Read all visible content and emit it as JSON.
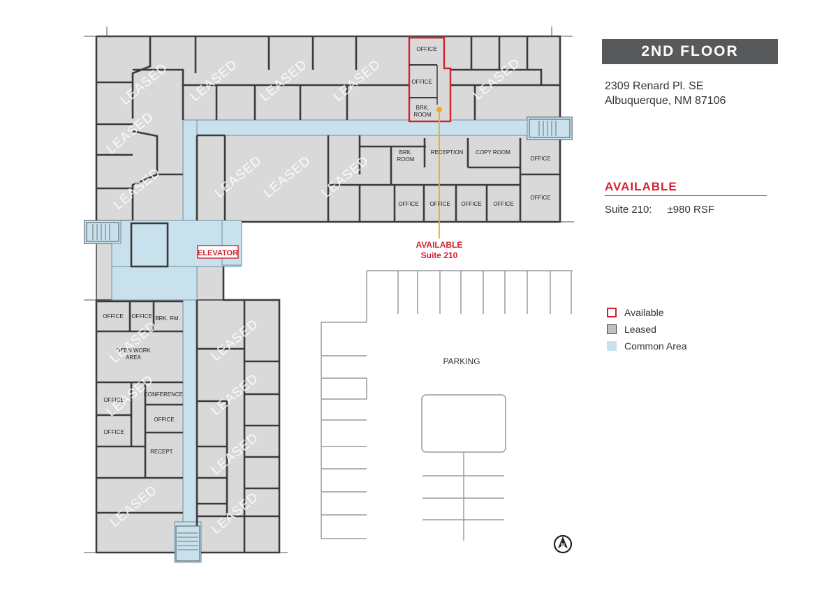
{
  "header": {
    "floor_title": "2ND FLOOR"
  },
  "address": {
    "line1": "2309 Renard Pl. SE",
    "line2": "Albuquerque, NM 87106"
  },
  "availability": {
    "title": "AVAILABLE",
    "suite_label": "Suite 210:",
    "suite_size": "±980 RSF"
  },
  "legend": {
    "available": "Available",
    "leased": "Leased",
    "common": "Common Area"
  },
  "map": {
    "callout_line1": "AVAILABLE",
    "callout_line2": "Suite 210",
    "elevator": "ELEVATOR",
    "parking": "PARKING",
    "leased_watermark": "LEASED",
    "north_symbol": "N",
    "colors": {
      "available": "#d0232e",
      "leased": "#d9d9da",
      "common": "#c9e1ec",
      "callout": "#f5a623"
    },
    "rooms": {
      "suite_office_1": "OFFICE",
      "suite_office_2": "OFFICE",
      "suite_brk_1": "BRK.",
      "suite_brk_2": "ROOM",
      "brk_room_1": "BRK.",
      "brk_room_2": "ROOM",
      "reception": "RECEPTION",
      "copy_room": "COPY ROOM",
      "east_office_1": "OFFICE",
      "east_office_2": "OFFICE",
      "south_office_1": "OFFICE",
      "south_office_2": "OFFICE",
      "south_office_3": "OFFICE",
      "south_office_4": "OFFICE",
      "west_office_1": "OFFICE",
      "west_office_2": "OFFICE",
      "west_brk_rm": "BRK. RM.",
      "open_work_1": "OPEN WORK",
      "open_work_2": "AREA",
      "west_office_3": "OFFICE",
      "conference": "CONFERENCE",
      "west_office_4": "OFFICE",
      "west_office_5": "OFFICE",
      "recept": "RECEPT."
    }
  }
}
